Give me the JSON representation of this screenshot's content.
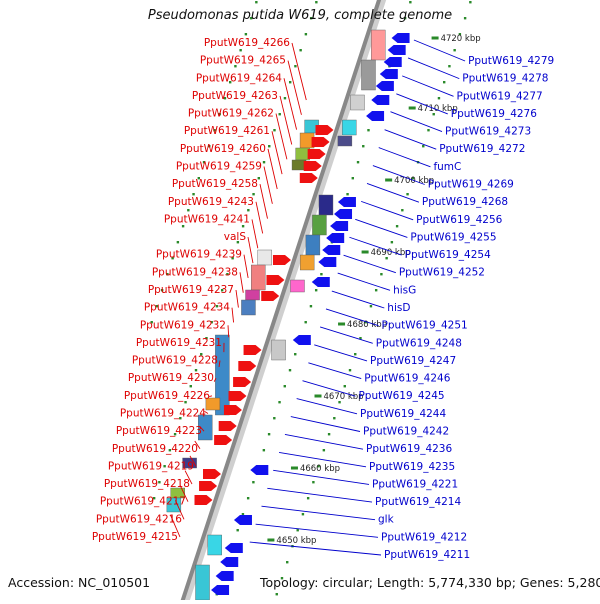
{
  "title": "Pseudomonas putida W619, complete genome",
  "footer": {
    "accession": "Accession: NC_010501",
    "topology": "Topology: circular; Length: 5,774,330 bp; Genes: 5,280"
  },
  "colors": {
    "forward": "#ee1111",
    "reverse": "#1111ee",
    "left_label": "#dd0000",
    "right_label": "#0000cc",
    "backbone": "#888888",
    "tick_dot": "#2a8a2a"
  },
  "kbp_ticks": [
    "4720 kbp",
    "4710 kbp",
    "4700 kbp",
    "4690 kbp",
    "4680 kbp",
    "4670 kbp",
    "4660 kbp",
    "4650 kbp"
  ],
  "left_labels": [
    "PputW619_4266",
    "PputW619_4265",
    "PputW619_4264",
    "PputW619_4263",
    "PputW619_4262",
    "PputW619_4261",
    "PputW619_4260",
    "PputW619_4259",
    "PputW619_4258",
    "PputW619_4243",
    "PputW619_4241",
    "valS",
    "PputW619_4239",
    "PputW619_4238",
    "PputW619_4237",
    "PputW619_4234",
    "PputW619_4232",
    "PputW619_4231",
    "PputW619_4228",
    "PputW619_4230",
    "PputW619_4226",
    "PputW619_4224",
    "PputW619_4223",
    "PputW619_4220",
    "PputW619_4219",
    "PputW619_4218",
    "PputW619_4217",
    "PputW619_4216",
    "PputW619_4215"
  ],
  "right_labels": [
    "PputW619_4279",
    "PputW619_4278",
    "PputW619_4277",
    "PputW619_4276",
    "PputW619_4273",
    "PputW619_4272",
    "fumC",
    "PputW619_4269",
    "PputW619_4268",
    "PputW619_4256",
    "PputW619_4255",
    "PputW619_4254",
    "PputW619_4252",
    "hisG",
    "hisD",
    "PputW619_4251",
    "PputW619_4248",
    "PputW619_4247",
    "PputW619_4246",
    "PputW619_4245",
    "PputW619_4244",
    "PputW619_4242",
    "PputW619_4236",
    "PputW619_4235",
    "PputW619_4221",
    "PputW619_4214",
    "glk",
    "PputW619_4212",
    "PputW619_4211"
  ]
}
